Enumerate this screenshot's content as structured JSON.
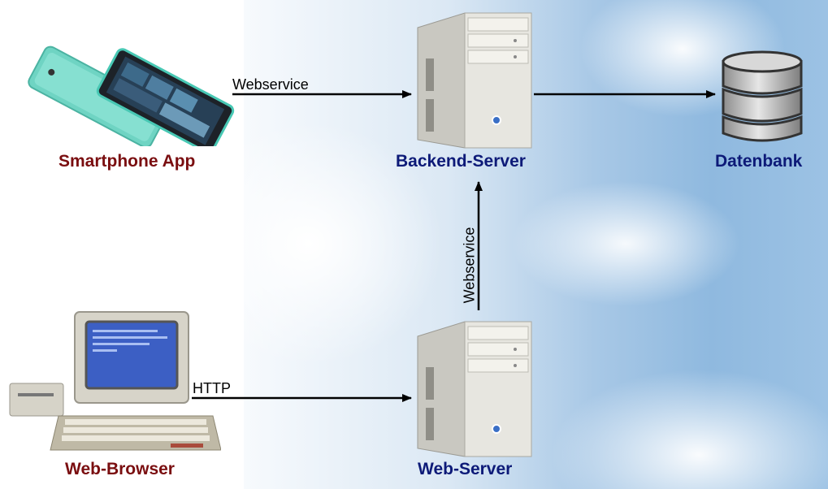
{
  "nodes": {
    "smartphone": {
      "label": "Smartphone App",
      "color": "#7a0e10",
      "icon": "smartphone-icon"
    },
    "backend": {
      "label": "Backend-Server",
      "color": "#0d1a78",
      "icon": "server-tower-icon"
    },
    "database": {
      "label": "Datenbank",
      "color": "#0d1a78",
      "icon": "database-icon"
    },
    "browser": {
      "label": "Web-Browser",
      "color": "#7a0e10",
      "icon": "retro-computer-icon"
    },
    "webserver": {
      "label": "Web-Server",
      "color": "#0d1a78",
      "icon": "server-tower-icon"
    }
  },
  "edges": {
    "smartphone_backend": {
      "label": "Webservice"
    },
    "webserver_backend": {
      "label": "Webservice"
    },
    "browser_webserver": {
      "label": "HTTP"
    },
    "backend_database": {
      "label": ""
    }
  }
}
